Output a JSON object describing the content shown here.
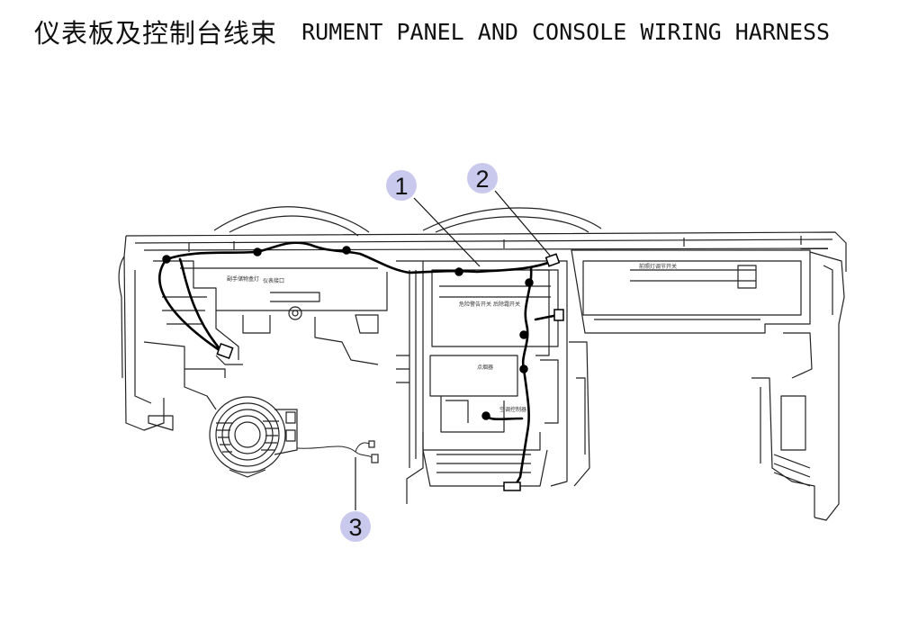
{
  "title": {
    "zh": "仪表板及控制台线束",
    "en": "RUMENT PANEL AND CONSOLE WIRING HARNESS"
  },
  "callouts": [
    {
      "label": "1"
    },
    {
      "label": "2"
    },
    {
      "label": "3"
    }
  ],
  "part_labels": {
    "left_top": "副手储物盒灯",
    "left_center": "仪表接口",
    "center_top": "危险警告开关",
    "center_right": "后除霜开关",
    "center_middle": "点烟器",
    "center_lower": "空调控制器",
    "right_top": "前照灯调节开关"
  },
  "colors": {
    "line": "#222222",
    "harness": "#000000",
    "callout_fill": "#c9c9ee",
    "background": "#ffffff"
  }
}
